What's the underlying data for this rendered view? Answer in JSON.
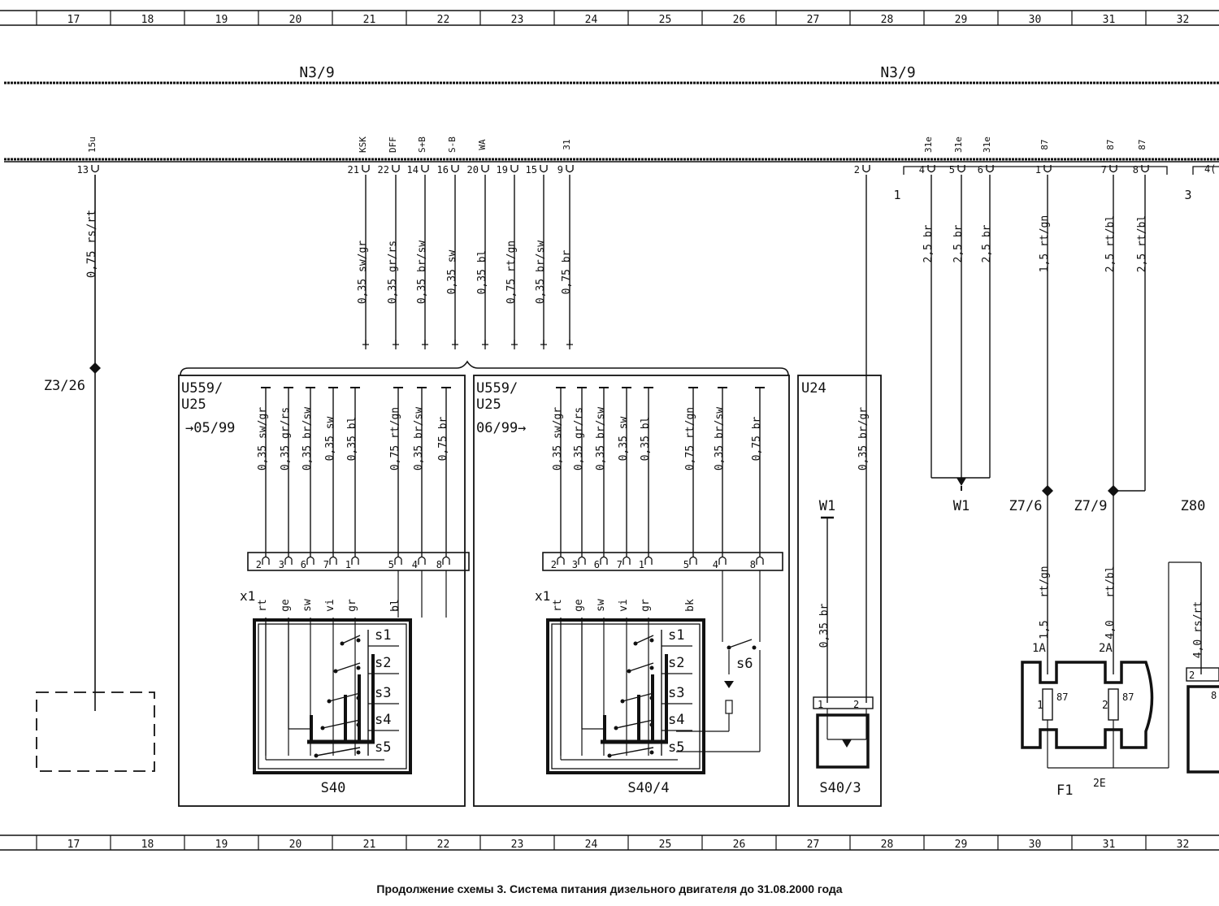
{
  "grid_columns": [
    "17",
    "18",
    "19",
    "20",
    "21",
    "22",
    "23",
    "24",
    "25",
    "26",
    "27",
    "28",
    "29",
    "30",
    "31",
    "32"
  ],
  "harness_labels": [
    "N3/9",
    "N3/9"
  ],
  "control_unit_pins": [
    {
      "num": "13",
      "signal": "15u",
      "wire": "0,75 rs/rt"
    },
    {
      "num": "21",
      "signal": "KSK",
      "wire": "0,35 sw/gr"
    },
    {
      "num": "22",
      "signal": "DFF",
      "wire": "0,35 gr/rs"
    },
    {
      "num": "14",
      "signal": "S+B",
      "wire": "0,35 br/sw"
    },
    {
      "num": "16",
      "signal": "S-B",
      "wire": "0,35 sw"
    },
    {
      "num": "20",
      "signal": "WA",
      "wire": "0,35 bl"
    },
    {
      "num": "19",
      "signal": "",
      "wire": "0,75 rt/gn"
    },
    {
      "num": "15",
      "signal": "",
      "wire": "0,35 br/sw"
    },
    {
      "num": "9",
      "signal": "31",
      "wire": "0,75 br"
    },
    {
      "num": "2",
      "signal": "",
      "wire": "0,35 br/gr"
    }
  ],
  "ground_pins": [
    {
      "num": "4",
      "signal": "31e",
      "wire": "2,5 br"
    },
    {
      "num": "5",
      "signal": "31e",
      "wire": "2,5 br"
    },
    {
      "num": "6",
      "signal": "31e",
      "wire": "2,5 br"
    }
  ],
  "relay_pins": [
    {
      "num": "1",
      "signal": "87",
      "wire": "1,5 rt/gn"
    },
    {
      "num": "7",
      "signal": "87",
      "wire": "2,5 rt/bl"
    },
    {
      "num": "8",
      "signal": "87",
      "wire": "2,5 rt/bl"
    }
  ],
  "bracket_labels": [
    "1",
    "3",
    "4("
  ],
  "splices": [
    "Z3/26",
    "Z7/6",
    "Z7/9",
    "Z80"
  ],
  "ground_point": "W1",
  "unit_left": {
    "title_lines": [
      "U559/",
      "U25"
    ],
    "date": "→05/99",
    "component": "S40",
    "connector": "x1",
    "wires": [
      "0,35 sw/gr",
      "0,35 gr/rs",
      "0,35 br/sw",
      "0,35 sw",
      "0,35 bl",
      "0,75 rt/gn",
      "0,35 br/sw",
      "0,75 br"
    ],
    "pins": [
      "2",
      "3",
      "6",
      "7",
      "1",
      "5",
      "4",
      "8"
    ],
    "colors": [
      "rt",
      "ge",
      "sw",
      "vi",
      "gr",
      "bl"
    ],
    "switches": [
      "s1",
      "s2",
      "s3",
      "s4",
      "s5"
    ]
  },
  "unit_mid": {
    "title_lines": [
      "U559/",
      "U25"
    ],
    "date": "06/99→",
    "component": "S40/4",
    "connector": "x1",
    "wires": [
      "0,35 sw/gr",
      "0,35 gr/rs",
      "0,35 br/sw",
      "0,35 sw",
      "0,35 bl",
      "0,75 rt/gn",
      "0,35 br/sw",
      "0,75 br"
    ],
    "pins": [
      "2",
      "3",
      "6",
      "7",
      "1",
      "5",
      "4",
      "8"
    ],
    "colors": [
      "rt",
      "ge",
      "sw",
      "vi",
      "gr",
      "bk"
    ],
    "switches": [
      "s1",
      "s2",
      "s3",
      "s4",
      "s5"
    ],
    "extra_switch": "s6"
  },
  "unit_right": {
    "title": "U24",
    "component": "S40/3",
    "ground": "W1",
    "wire_left": "0,35 br",
    "wire_right": "0,35 br/gr",
    "pins": [
      "1",
      "2"
    ]
  },
  "fuse": {
    "label": "F1",
    "sub": "2E",
    "slots": [
      "1A",
      "2A"
    ],
    "inner": [
      "1",
      "2"
    ],
    "terminals": [
      "87",
      "87"
    ],
    "wires": [
      "1,5 rt/gn",
      "4,0 rt/bl"
    ]
  },
  "z80": {
    "wire": "4,0 rs/rt",
    "pins": [
      "2",
      "8"
    ]
  },
  "caption": "Продолжение схемы 3. Система питания дизельного двигателя до 31.08.2000 года"
}
